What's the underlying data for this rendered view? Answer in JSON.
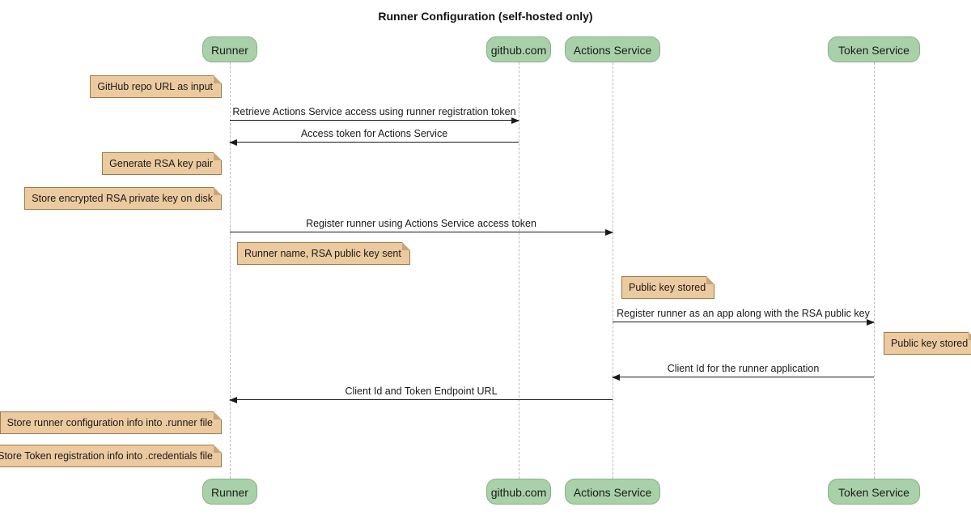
{
  "title": "Runner Configuration (self-hosted only)",
  "diagram_type": "sequence",
  "participants": [
    {
      "name": "Runner"
    },
    {
      "name": "github.com"
    },
    {
      "name": "Actions Service"
    },
    {
      "name": "Token Service"
    }
  ],
  "participants_shown_top_and_bottom": true,
  "messages": [
    {
      "from": "Runner",
      "to": "github.com",
      "text": "Retrieve Actions Service access using runner registration token"
    },
    {
      "from": "github.com",
      "to": "Runner",
      "text": "Access token for Actions Service"
    },
    {
      "from": "Runner",
      "to": "Actions Service",
      "text": "Register runner using Actions Service access token"
    },
    {
      "from": "Actions Service",
      "to": "Token Service",
      "text": "Register runner as an app along with the RSA public key"
    },
    {
      "from": "Token Service",
      "to": "Actions Service",
      "text": "Client Id for the runner application"
    },
    {
      "from": "Actions Service",
      "to": "Runner",
      "text": "Client Id and Token Endpoint URL"
    }
  ],
  "notes": [
    {
      "text": "GitHub repo URL as input",
      "anchor": "left of Runner"
    },
    {
      "text": "Generate RSA key pair",
      "anchor": "left of Runner"
    },
    {
      "text": "Store encrypted RSA private key on disk",
      "anchor": "left of Runner"
    },
    {
      "text": "Runner name, RSA public key sent",
      "anchor": "right of Runner"
    },
    {
      "text": "Public key stored",
      "anchor": "right of Actions Service"
    },
    {
      "text": "Public key stored",
      "anchor": "right of Token Service"
    },
    {
      "text": "Store runner configuration info into .runner file",
      "anchor": "left of Runner"
    },
    {
      "text": "Store Token registration info into .credentials file",
      "anchor": "left of Runner"
    }
  ],
  "colors": {
    "background": "#ffffff",
    "participant_fill": "#a9d1a9",
    "participant_border": "#87b087",
    "note_fill": "#eccaa0",
    "note_border": "#a0784b",
    "note_fold": "#c9a577",
    "lifeline": "#bbbbbb",
    "arrow": "#1a1a1a"
  }
}
